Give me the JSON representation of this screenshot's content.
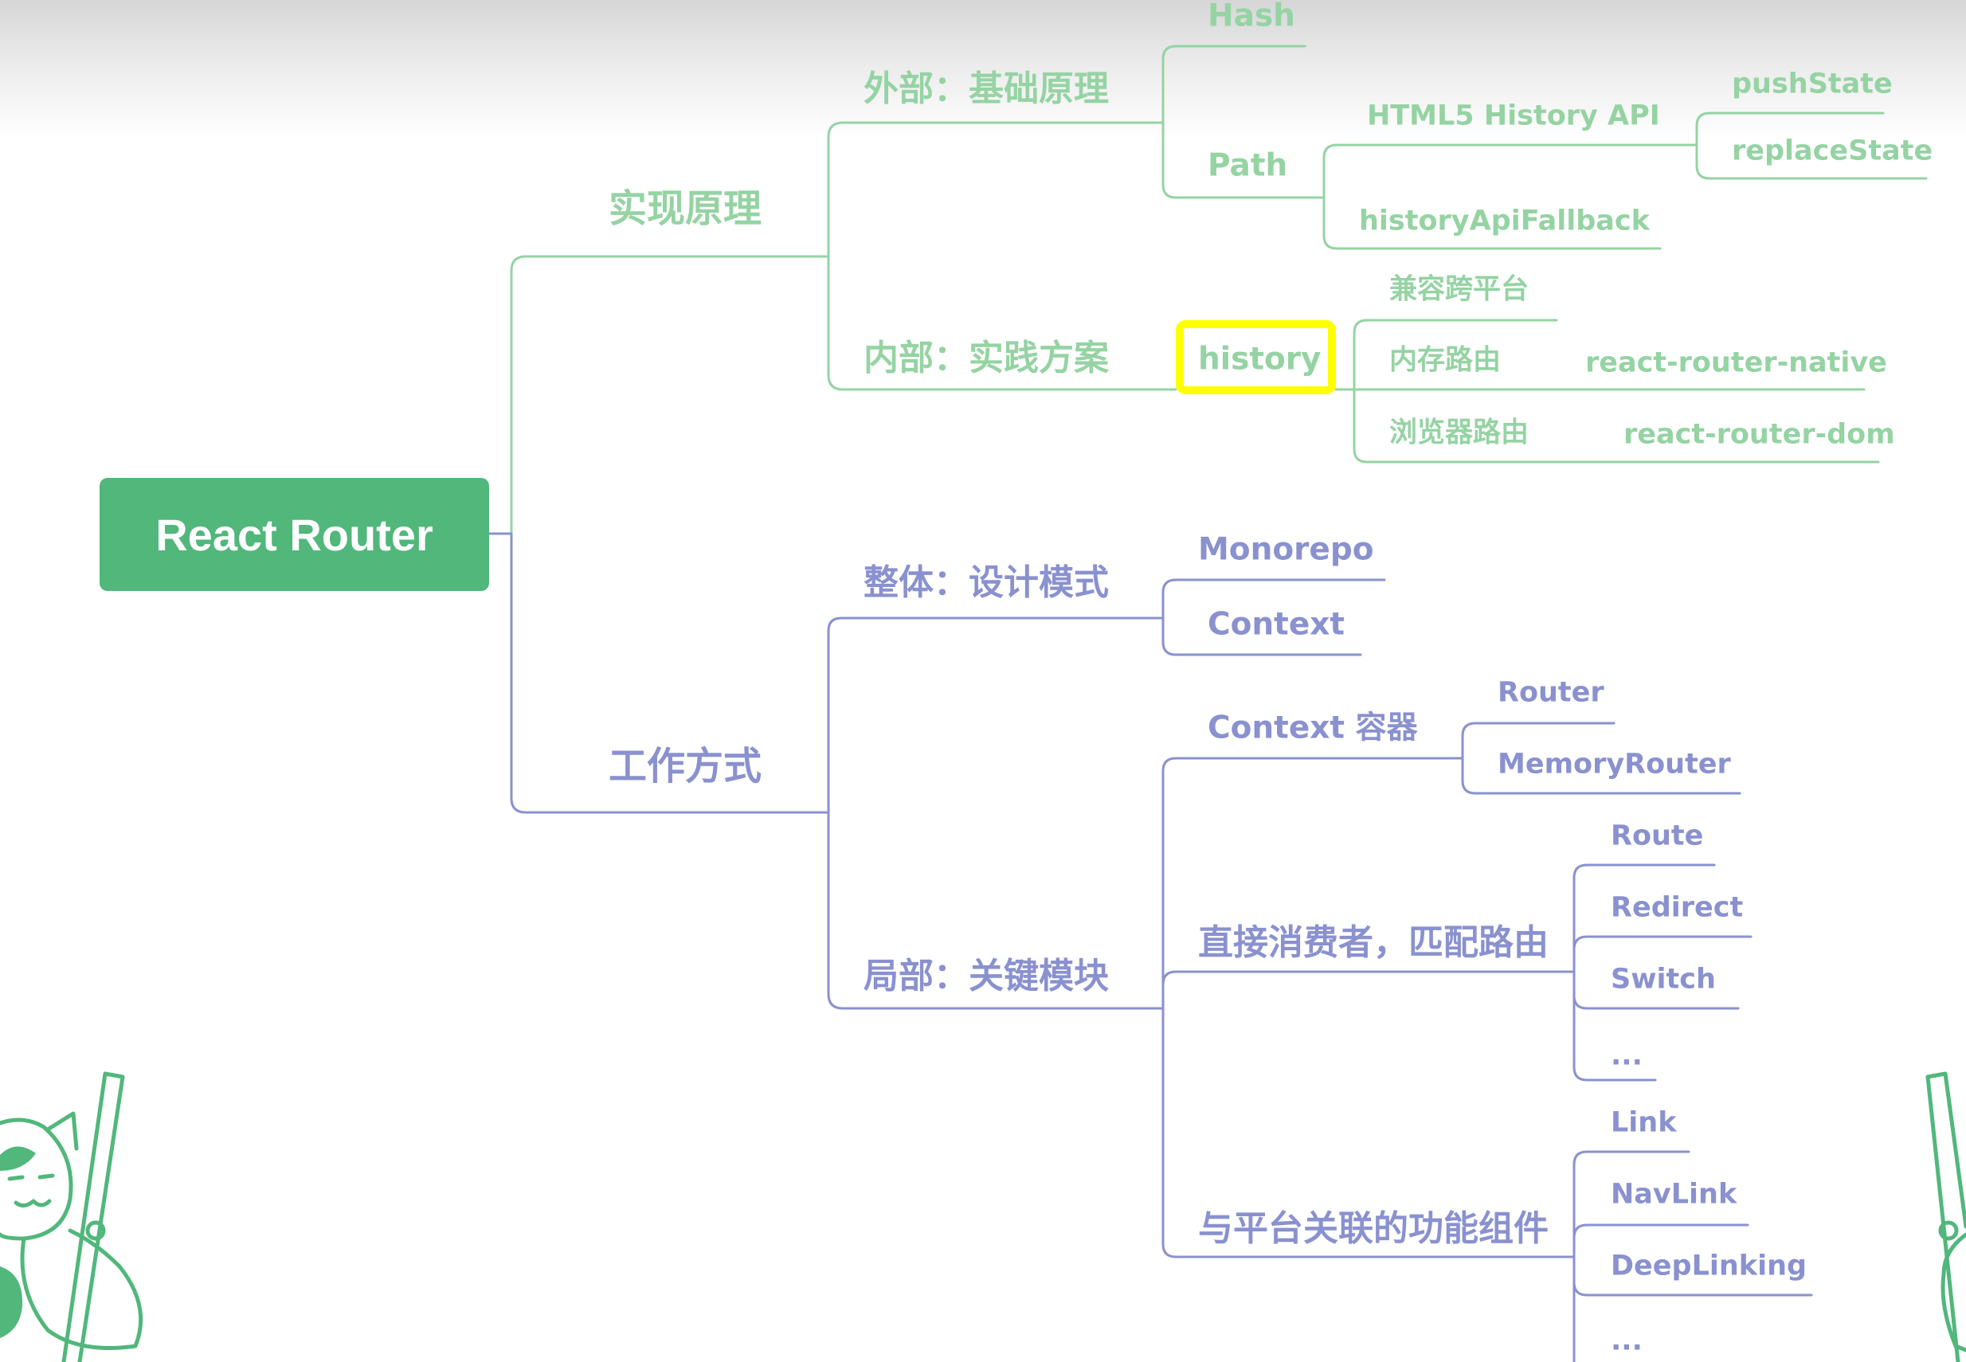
{
  "root": {
    "label": "React Router"
  },
  "top_branch": {
    "label": "实现原理",
    "external": {
      "label": "外部：基础原理",
      "hash": "Hash",
      "path": {
        "label": "Path",
        "html5": {
          "label": "HTML5 History API",
          "push_state": "pushState",
          "replace_state": "replaceState"
        },
        "fallback": "historyApiFallback"
      }
    },
    "internal": {
      "label": "内部：实践方案",
      "history": {
        "label": "history",
        "cross_platform": "兼容跨平台",
        "memory_routing": {
          "label": "内存路由",
          "package": "react-router-native"
        },
        "browser_routing": {
          "label": "浏览器路由",
          "package": "react-router-dom"
        }
      }
    }
  },
  "bottom_branch": {
    "label": "工作方式",
    "overall": {
      "label": "整体：设计模式",
      "monorepo": "Monorepo",
      "context": "Context"
    },
    "local": {
      "label": "局部：关键模块",
      "context_container": {
        "label": "Context 容器",
        "router": "Router",
        "memory_router": "MemoryRouter"
      },
      "direct_consumers": {
        "label": "直接消费者，匹配路由",
        "route": "Route",
        "redirect": "Redirect",
        "switch": "Switch",
        "more": "..."
      },
      "platform_components": {
        "label": "与平台关联的功能组件",
        "link": "Link",
        "nav_link": "NavLink",
        "deep_linking": "DeepLinking",
        "more": "..."
      }
    }
  },
  "colors": {
    "root_fill": "#51b77b",
    "top_branch": "#95d3a3",
    "bottom_branch": "#8a91cf",
    "highlight": "#ffff00"
  }
}
